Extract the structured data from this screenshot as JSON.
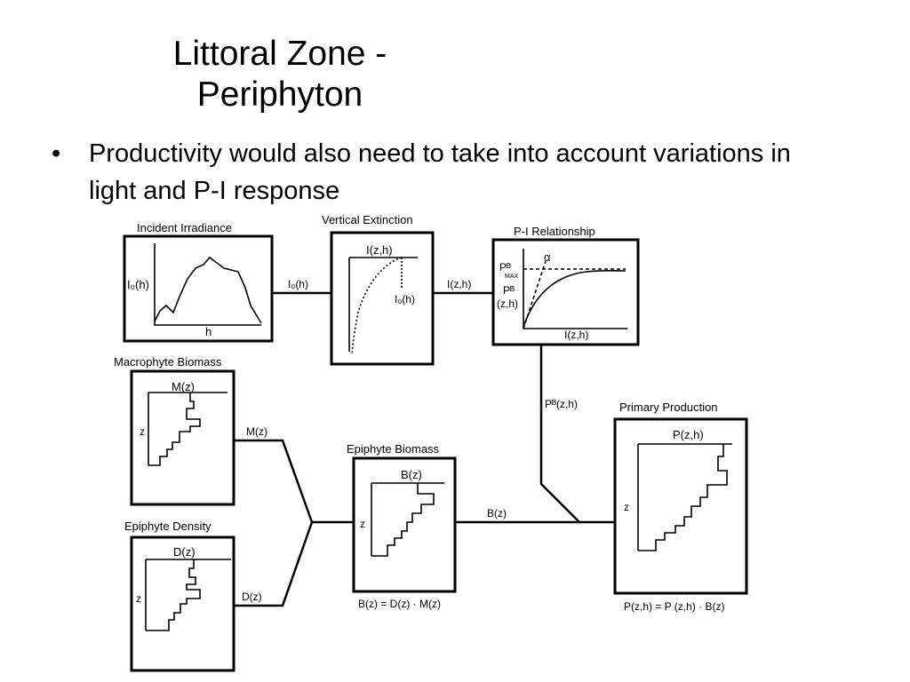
{
  "slide": {
    "title_line1": "Littoral Zone -",
    "title_line2": "Periphyton",
    "bullet_marker": "•",
    "bullet_text": "Productivity would also need to take into account variations in light and P-I response"
  },
  "diagram": {
    "boxes": {
      "incident_irradiance": {
        "title": "Incident Irradiance",
        "y_label": "I₀(h)",
        "x_label": "h"
      },
      "vertical_extinction": {
        "title": "Vertical Extinction",
        "top_label": "I(z,h)",
        "curve_label": "I₀(h)"
      },
      "pi_relationship": {
        "title": "P-I Relationship",
        "alpha_label": "α",
        "pmax_label": "Pᴮ",
        "pmax_sub": "MAX",
        "pb_label": "Pᴮ",
        "pb_args": "(z,h)",
        "x_label": "I(z,h)"
      },
      "macrophyte_biomass": {
        "title": "Macrophyte Biomass",
        "top_label": "M(z)",
        "z_label": "z"
      },
      "epiphyte_density": {
        "title": "Epiphyte Density",
        "top_label": "D(z)",
        "z_label": "z"
      },
      "epiphyte_biomass": {
        "title": "Epiphyte Biomass",
        "top_label": "B(z)",
        "z_label": "z",
        "formula": "B(z) = D(z) · M(z)"
      },
      "primary_production": {
        "title": "Primary Production",
        "top_label": "P(z,h)",
        "z_label": "z",
        "formula": "P(z,h) = P (z,h) · B(z)"
      }
    },
    "connectors": {
      "io_h": "I₀(h)",
      "i_zh": "I(z,h)",
      "pb_zh": "Pᴮ(z,h)",
      "m_z": "M(z)",
      "d_z": "D(z)",
      "b_z": "B(z)"
    }
  }
}
